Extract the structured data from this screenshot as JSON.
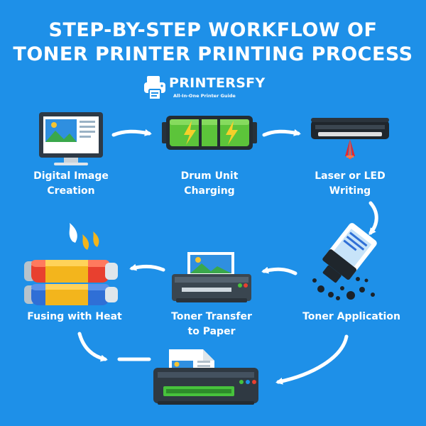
{
  "title": {
    "line1": "STEP-BY-STEP WORKFLOW OF",
    "line2": "TONER PRINTER PRINTING PROCESS"
  },
  "brand": {
    "name": "PRINTERSFY",
    "tagline": "All-In-One Printer Guide"
  },
  "steps": [
    {
      "label_line1": "Digital Image",
      "label_line2": "Creation",
      "icon": "monitor-icon"
    },
    {
      "label_line1": "Drum Unit",
      "label_line2": "Charging",
      "icon": "drum-charging-icon"
    },
    {
      "label_line1": "Laser or LED",
      "label_line2": "Writing",
      "icon": "laser-writer-icon"
    },
    {
      "label_line1": "Toner Application",
      "label_line2": "",
      "icon": "toner-cartridge-icon"
    },
    {
      "label_line1": "Toner Transfer",
      "label_line2": "to Paper",
      "icon": "printer-paper-icon"
    },
    {
      "label_line1": "Fusing with Heat",
      "label_line2": "",
      "icon": "fuser-rollers-icon"
    }
  ],
  "final": {
    "icon": "printer-output-icon"
  },
  "colors": {
    "background": "#1e90e8",
    "text": "#ffffff",
    "drum_green": "#5cc43a",
    "laser_red": "#e8292b",
    "roller_red": "#e8402f",
    "roller_blue": "#2f6fd6",
    "roller_yellow": "#f3b51c",
    "printer_dark": "#2f3942",
    "printer_green": "#47c23c"
  }
}
